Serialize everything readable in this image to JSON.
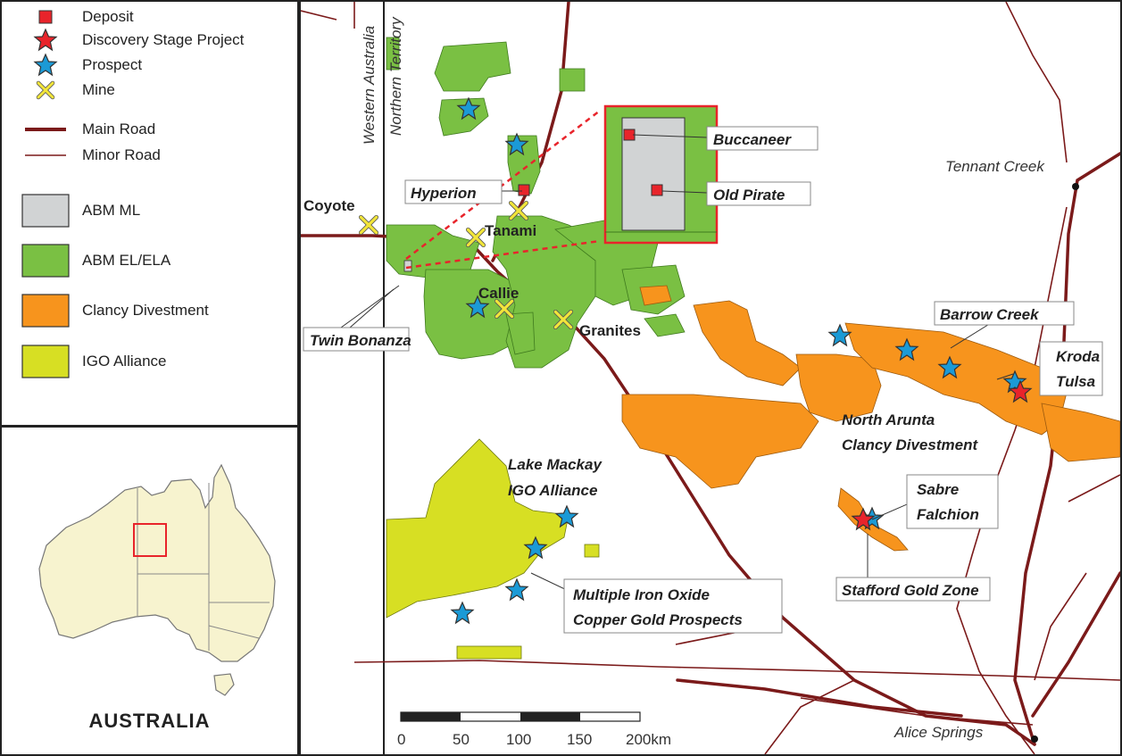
{
  "legend": {
    "items": [
      {
        "label": "Deposit",
        "icon": "red-square-icon"
      },
      {
        "label": "Discovery Stage Project",
        "icon": "red-star-icon"
      },
      {
        "label": "Prospect",
        "icon": "blue-star-icon"
      },
      {
        "label": "Mine",
        "icon": "crossed-hammers-icon"
      },
      {
        "label": "Main Road",
        "icon": "thick-line-icon"
      },
      {
        "label": "Minor Road",
        "icon": "thin-line-icon"
      },
      {
        "label": "ABM ML",
        "icon": "grey-box-icon"
      },
      {
        "label": "ABM EL/ELA",
        "icon": "green-box-icon"
      },
      {
        "label": "Clancy Divestment",
        "icon": "orange-box-icon"
      },
      {
        "label": "IGO Alliance",
        "icon": "lime-box-icon"
      }
    ]
  },
  "colors": {
    "deposit": "#e8242b",
    "prospect": "#1b9ad6",
    "mine": "#f2e53a",
    "road": "#7b1a1a",
    "abm_ml": "#d1d3d4",
    "abm_el": "#7ac043",
    "clancy": "#f7941d",
    "igo": "#d7df23",
    "australia": "#f7f3cf"
  },
  "inset": {
    "title": "AUSTRALIA"
  },
  "map": {
    "borders": {
      "wa": "Western Australia",
      "nt": "Northern Territory"
    },
    "places": {
      "coyote": "Coyote",
      "tanami": "Tanami",
      "callie": "Callie",
      "granites": "Granites",
      "tennant_creek": "Tennant Creek",
      "alice_springs": "Alice Springs"
    },
    "callouts": {
      "hyperion": "Hyperion",
      "buccaneer": "Buccaneer",
      "old_pirate": "Old Pirate",
      "twin_bonanza": "Twin Bonanza",
      "barrow_creek": "Barrow Creek",
      "kroda": "Kroda",
      "tulsa": "Tulsa",
      "sabre": "Sabre",
      "falchion": "Falchion",
      "stafford": "Stafford Gold Zone",
      "iocg_1": "Multiple Iron Oxide",
      "iocg_2": "Copper Gold Prospects"
    },
    "areas": {
      "lake_mackay_1": "Lake Mackay",
      "lake_mackay_2": "IGO Alliance",
      "north_arunta_1": "North Arunta",
      "north_arunta_2": "Clancy Divestment"
    },
    "scale": {
      "ticks": [
        "0",
        "50",
        "100",
        "150",
        "200km"
      ]
    }
  }
}
